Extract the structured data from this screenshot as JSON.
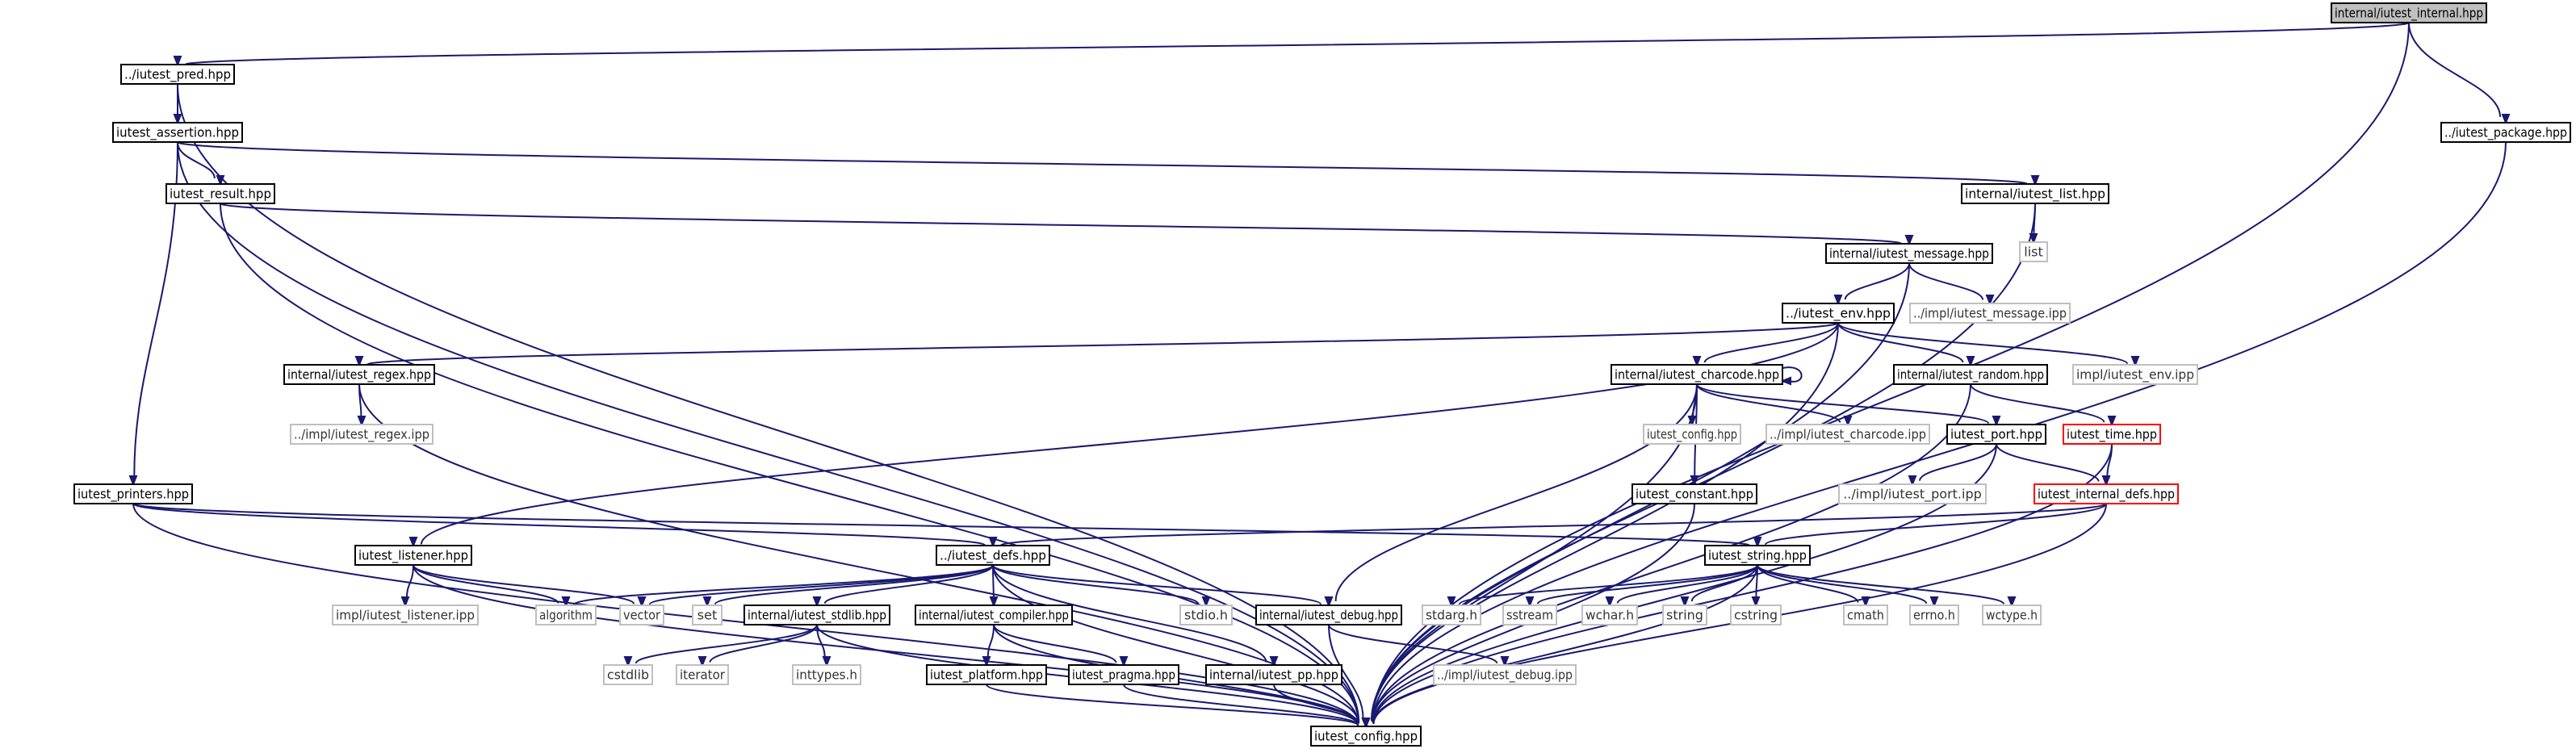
{
  "diagram": {
    "colors": {
      "edge": "#191970",
      "root_fill": "#bfbfbf",
      "documented_border": "#000000",
      "external_border": "#bfbfbf",
      "truncated_border": "#ff0000"
    },
    "nodes": [
      {
        "id": "n0",
        "label": "internal/iutest_internal.hpp",
        "kind": "root"
      },
      {
        "id": "n1",
        "label": "../iutest_pred.hpp",
        "kind": "doc"
      },
      {
        "id": "n2",
        "label": "../iutest_package.hpp",
        "kind": "doc"
      },
      {
        "id": "n3",
        "label": "iutest_assertion.hpp",
        "kind": "doc"
      },
      {
        "id": "n4",
        "label": "iutest_result.hpp",
        "kind": "doc"
      },
      {
        "id": "n5",
        "label": "internal/iutest_list.hpp",
        "kind": "doc"
      },
      {
        "id": "n6",
        "label": "list",
        "kind": "ext"
      },
      {
        "id": "n7",
        "label": "internal/iutest_message.hpp",
        "kind": "doc"
      },
      {
        "id": "n8",
        "label": "../iutest_env.hpp",
        "kind": "doc"
      },
      {
        "id": "n9",
        "label": "../impl/iutest_message.ipp",
        "kind": "ext"
      },
      {
        "id": "n10",
        "label": "internal/iutest_regex.hpp",
        "kind": "doc"
      },
      {
        "id": "n11",
        "label": "../impl/iutest_regex.ipp",
        "kind": "ext"
      },
      {
        "id": "n12",
        "label": "internal/iutest_charcode.hpp",
        "kind": "doc"
      },
      {
        "id": "n13",
        "label": "internal/iutest_random.hpp",
        "kind": "doc"
      },
      {
        "id": "n14",
        "label": "impl/iutest_env.ipp",
        "kind": "ext"
      },
      {
        "id": "n15",
        "label": "iutest_config.hpp",
        "kind": "ext"
      },
      {
        "id": "n16",
        "label": "../impl/iutest_charcode.ipp",
        "kind": "ext"
      },
      {
        "id": "n17",
        "label": "iutest_port.hpp",
        "kind": "doc"
      },
      {
        "id": "n18",
        "label": "iutest_time.hpp",
        "kind": "red"
      },
      {
        "id": "n19",
        "label": "iutest_constant.hpp",
        "kind": "doc"
      },
      {
        "id": "n20",
        "label": "../impl/iutest_port.ipp",
        "kind": "ext"
      },
      {
        "id": "n21",
        "label": "iutest_internal_defs.hpp",
        "kind": "red"
      },
      {
        "id": "n22",
        "label": "iutest_printers.hpp",
        "kind": "doc"
      },
      {
        "id": "n23",
        "label": "iutest_listener.hpp",
        "kind": "doc"
      },
      {
        "id": "n24",
        "label": "../iutest_defs.hpp",
        "kind": "doc"
      },
      {
        "id": "n25",
        "label": "iutest_string.hpp",
        "kind": "doc"
      },
      {
        "id": "n26",
        "label": "impl/iutest_listener.ipp",
        "kind": "ext"
      },
      {
        "id": "n27",
        "label": "algorithm",
        "kind": "ext"
      },
      {
        "id": "n28",
        "label": "vector",
        "kind": "ext"
      },
      {
        "id": "n29",
        "label": "set",
        "kind": "ext"
      },
      {
        "id": "n30",
        "label": "internal/iutest_stdlib.hpp",
        "kind": "doc"
      },
      {
        "id": "n31",
        "label": "internal/iutest_compiler.hpp",
        "kind": "doc"
      },
      {
        "id": "n32",
        "label": "stdio.h",
        "kind": "ext"
      },
      {
        "id": "n33",
        "label": "internal/iutest_debug.hpp",
        "kind": "doc"
      },
      {
        "id": "n34",
        "label": "stdarg.h",
        "kind": "ext"
      },
      {
        "id": "n35",
        "label": "sstream",
        "kind": "ext"
      },
      {
        "id": "n36",
        "label": "wchar.h",
        "kind": "ext"
      },
      {
        "id": "n37",
        "label": "string",
        "kind": "ext"
      },
      {
        "id": "n38",
        "label": "cstring",
        "kind": "ext"
      },
      {
        "id": "n39",
        "label": "cmath",
        "kind": "ext"
      },
      {
        "id": "n40",
        "label": "errno.h",
        "kind": "ext"
      },
      {
        "id": "n41",
        "label": "wctype.h",
        "kind": "ext"
      },
      {
        "id": "n42",
        "label": "cstdlib",
        "kind": "ext"
      },
      {
        "id": "n43",
        "label": "iterator",
        "kind": "ext"
      },
      {
        "id": "n44",
        "label": "inttypes.h",
        "kind": "ext"
      },
      {
        "id": "n45",
        "label": "iutest_platform.hpp",
        "kind": "doc"
      },
      {
        "id": "n46",
        "label": "iutest_pragma.hpp",
        "kind": "doc"
      },
      {
        "id": "n47",
        "label": "internal/iutest_pp.hpp",
        "kind": "doc"
      },
      {
        "id": "n48",
        "label": "../impl/iutest_debug.ipp",
        "kind": "ext"
      },
      {
        "id": "n49",
        "label": "iutest_config.hpp",
        "kind": "doc"
      }
    ],
    "edges": [
      [
        "n0",
        "n1"
      ],
      [
        "n0",
        "n2"
      ],
      [
        "n0",
        "n49"
      ],
      [
        "n1",
        "n3"
      ],
      [
        "n1",
        "n49"
      ],
      [
        "n2",
        "n49"
      ],
      [
        "n3",
        "n4"
      ],
      [
        "n3",
        "n5"
      ],
      [
        "n3",
        "n22"
      ],
      [
        "n3",
        "n49"
      ],
      [
        "n4",
        "n7"
      ],
      [
        "n4",
        "n49"
      ],
      [
        "n5",
        "n6"
      ],
      [
        "n5",
        "n49"
      ],
      [
        "n7",
        "n8"
      ],
      [
        "n7",
        "n9"
      ],
      [
        "n7",
        "n49"
      ],
      [
        "n8",
        "n10"
      ],
      [
        "n8",
        "n12"
      ],
      [
        "n8",
        "n13"
      ],
      [
        "n8",
        "n14"
      ],
      [
        "n8",
        "n23"
      ],
      [
        "n8",
        "n49"
      ],
      [
        "n10",
        "n11"
      ],
      [
        "n10",
        "n49"
      ],
      [
        "n12",
        "n12"
      ],
      [
        "n12",
        "n15"
      ],
      [
        "n12",
        "n16"
      ],
      [
        "n12",
        "n17"
      ],
      [
        "n12",
        "n19"
      ],
      [
        "n12",
        "n33"
      ],
      [
        "n12",
        "n49"
      ],
      [
        "n13",
        "n18"
      ],
      [
        "n13",
        "n49"
      ],
      [
        "n17",
        "n20"
      ],
      [
        "n17",
        "n21"
      ],
      [
        "n17",
        "n49"
      ],
      [
        "n18",
        "n21"
      ],
      [
        "n18",
        "n49"
      ],
      [
        "n19",
        "n49"
      ],
      [
        "n21",
        "n24"
      ],
      [
        "n21",
        "n25"
      ],
      [
        "n21",
        "n49"
      ],
      [
        "n22",
        "n24"
      ],
      [
        "n22",
        "n25"
      ],
      [
        "n22",
        "n49"
      ],
      [
        "n23",
        "n26"
      ],
      [
        "n23",
        "n27"
      ],
      [
        "n23",
        "n28"
      ],
      [
        "n23",
        "n49"
      ],
      [
        "n24",
        "n27"
      ],
      [
        "n24",
        "n28"
      ],
      [
        "n24",
        "n29"
      ],
      [
        "n24",
        "n30"
      ],
      [
        "n24",
        "n31"
      ],
      [
        "n24",
        "n32"
      ],
      [
        "n24",
        "n33"
      ],
      [
        "n24",
        "n47"
      ],
      [
        "n24",
        "n49"
      ],
      [
        "n25",
        "n34"
      ],
      [
        "n25",
        "n35"
      ],
      [
        "n25",
        "n36"
      ],
      [
        "n25",
        "n37"
      ],
      [
        "n25",
        "n38"
      ],
      [
        "n25",
        "n39"
      ],
      [
        "n25",
        "n40"
      ],
      [
        "n25",
        "n41"
      ],
      [
        "n25",
        "n49"
      ],
      [
        "n30",
        "n42"
      ],
      [
        "n30",
        "n43"
      ],
      [
        "n30",
        "n44"
      ],
      [
        "n30",
        "n49"
      ],
      [
        "n31",
        "n45"
      ],
      [
        "n31",
        "n46"
      ],
      [
        "n31",
        "n49"
      ],
      [
        "n33",
        "n48"
      ],
      [
        "n33",
        "n49"
      ],
      [
        "n45",
        "n49"
      ],
      [
        "n46",
        "n49"
      ],
      [
        "n47",
        "n49"
      ]
    ]
  }
}
